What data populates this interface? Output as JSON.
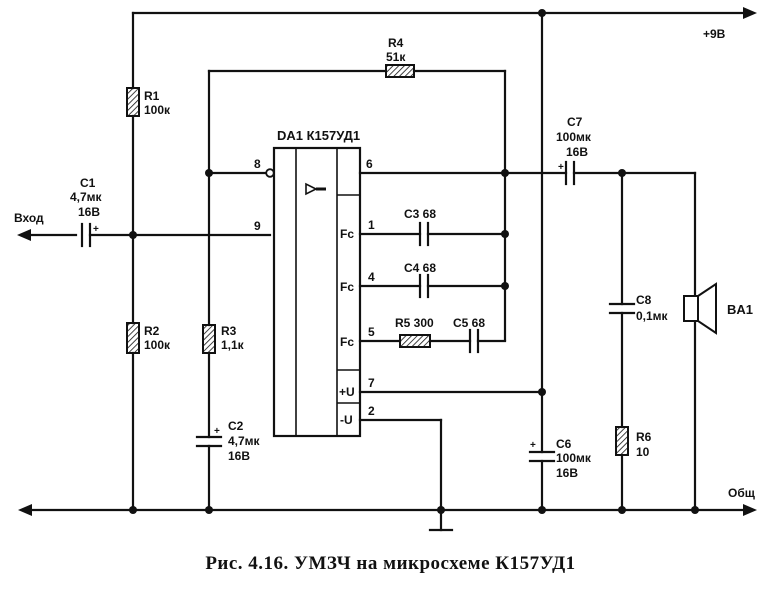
{
  "caption": "Рис. 4.16. УМЗЧ на микросхеме К157УД1",
  "chip": {
    "title": "DA1 К157УД1",
    "pins": [
      "8",
      "9",
      "6",
      "1",
      "4",
      "5",
      "7",
      "2"
    ],
    "fc1": "Fc",
    "fc2": "Fc",
    "fc3": "Fc",
    "plus_u": "+U",
    "minus_u": "-U"
  },
  "rails": {
    "supply": "+9В",
    "ground": "Общ",
    "input": "Вход"
  },
  "components": {
    "r1": [
      "R1",
      "100к"
    ],
    "r2": [
      "R2",
      "100к"
    ],
    "r3": [
      "R3",
      "1,1к"
    ],
    "r4": [
      "R4",
      "51к"
    ],
    "r5": [
      "R5 300"
    ],
    "r6": [
      "R6",
      "10"
    ],
    "c1": [
      "C1",
      "4,7мк",
      "16В"
    ],
    "c2": [
      "C2",
      "4,7мк",
      "16В"
    ],
    "c3": [
      "C3 68"
    ],
    "c4": [
      "C4 68"
    ],
    "c5": [
      "C5 68"
    ],
    "c6": [
      "C6",
      "100мк",
      "16В"
    ],
    "c7": [
      "C7",
      "100мк",
      "16В"
    ],
    "c8": [
      "C8",
      "0,1мк"
    ],
    "ba1": [
      "BA1"
    ]
  }
}
